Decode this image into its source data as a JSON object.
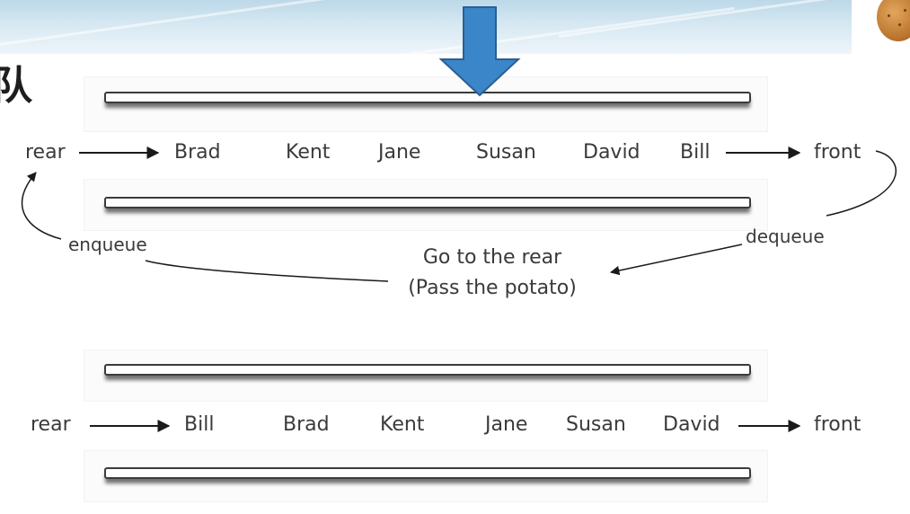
{
  "title": "队",
  "diagram_top": {
    "rear_label": "rear",
    "front_label": "front",
    "names": [
      "Brad",
      "Kent",
      "Jane",
      "Susan",
      "David",
      "Bill"
    ],
    "enqueue_label": "enqueue",
    "dequeue_label": "dequeue",
    "note_line1": "Go to the rear",
    "note_line2": "(Pass the potato)"
  },
  "diagram_bottom": {
    "rear_label": "rear",
    "front_label": "front",
    "names": [
      "Bill",
      "Brad",
      "Kent",
      "Jane",
      "Susan",
      "David"
    ]
  },
  "colors": {
    "pointer_arrow": "#3a86c8",
    "banner": "#d6e8f2",
    "text": "#3a3a3a"
  }
}
